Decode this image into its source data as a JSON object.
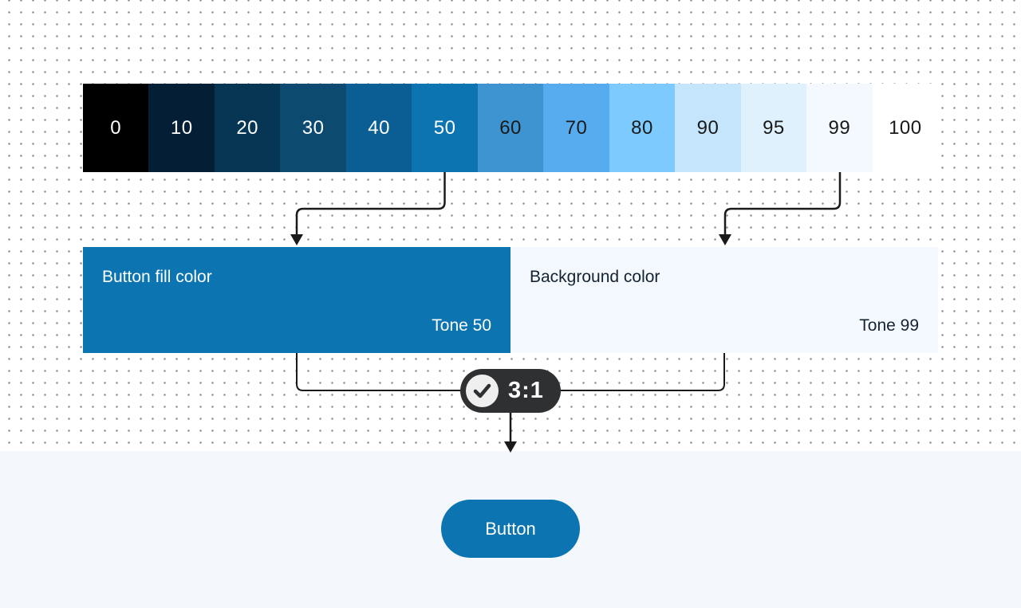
{
  "palette": {
    "name": "tonal-palette",
    "swatches": [
      {
        "label": "0",
        "color": "#000000",
        "text_color": "#ffffff"
      },
      {
        "label": "10",
        "color": "#041e35",
        "text_color": "#ffffff"
      },
      {
        "label": "20",
        "color": "#073654",
        "text_color": "#ffffff"
      },
      {
        "label": "30",
        "color": "#0c4a70",
        "text_color": "#ffffff"
      },
      {
        "label": "40",
        "color": "#0a5e94",
        "text_color": "#ffffff"
      },
      {
        "label": "50",
        "color": "#0b74b1",
        "text_color": "#ffffff"
      },
      {
        "label": "60",
        "color": "#3e94d1",
        "text_color": "#1a1a1a"
      },
      {
        "label": "70",
        "color": "#57acef",
        "text_color": "#1a1a1a"
      },
      {
        "label": "80",
        "color": "#7dcaff",
        "text_color": "#1a1a1a"
      },
      {
        "label": "90",
        "color": "#c4e5fc",
        "text_color": "#1a1a1a"
      },
      {
        "label": "95",
        "color": "#e0f1fe",
        "text_color": "#1a1a1a"
      },
      {
        "label": "99",
        "color": "#f3f9fe",
        "text_color": "#1a1a1a"
      },
      {
        "label": "100",
        "color": "#ffffff",
        "text_color": "#1a1a1a"
      }
    ]
  },
  "fill_box": {
    "label": "Button fill color",
    "tone": "Tone 50",
    "color": "#0b74b1",
    "text_color": "#ffffff"
  },
  "background_box": {
    "label": "Background color",
    "tone": "Tone 99",
    "color": "#f3f9fe",
    "text_color": "#14232f"
  },
  "contrast_badge": {
    "ratio": "3:1",
    "icon": "check-icon",
    "pill_color": "#2f3032",
    "circle_color": "#efefef",
    "check_color": "#2f3032"
  },
  "button": {
    "label": "Button",
    "color": "#0b74b1",
    "text_color": "#ffffff"
  },
  "canvas": {
    "dot_color": "#8c8c8c",
    "bottom_bg": "#f4f7fc",
    "connector_color": "#1a1a1a"
  }
}
